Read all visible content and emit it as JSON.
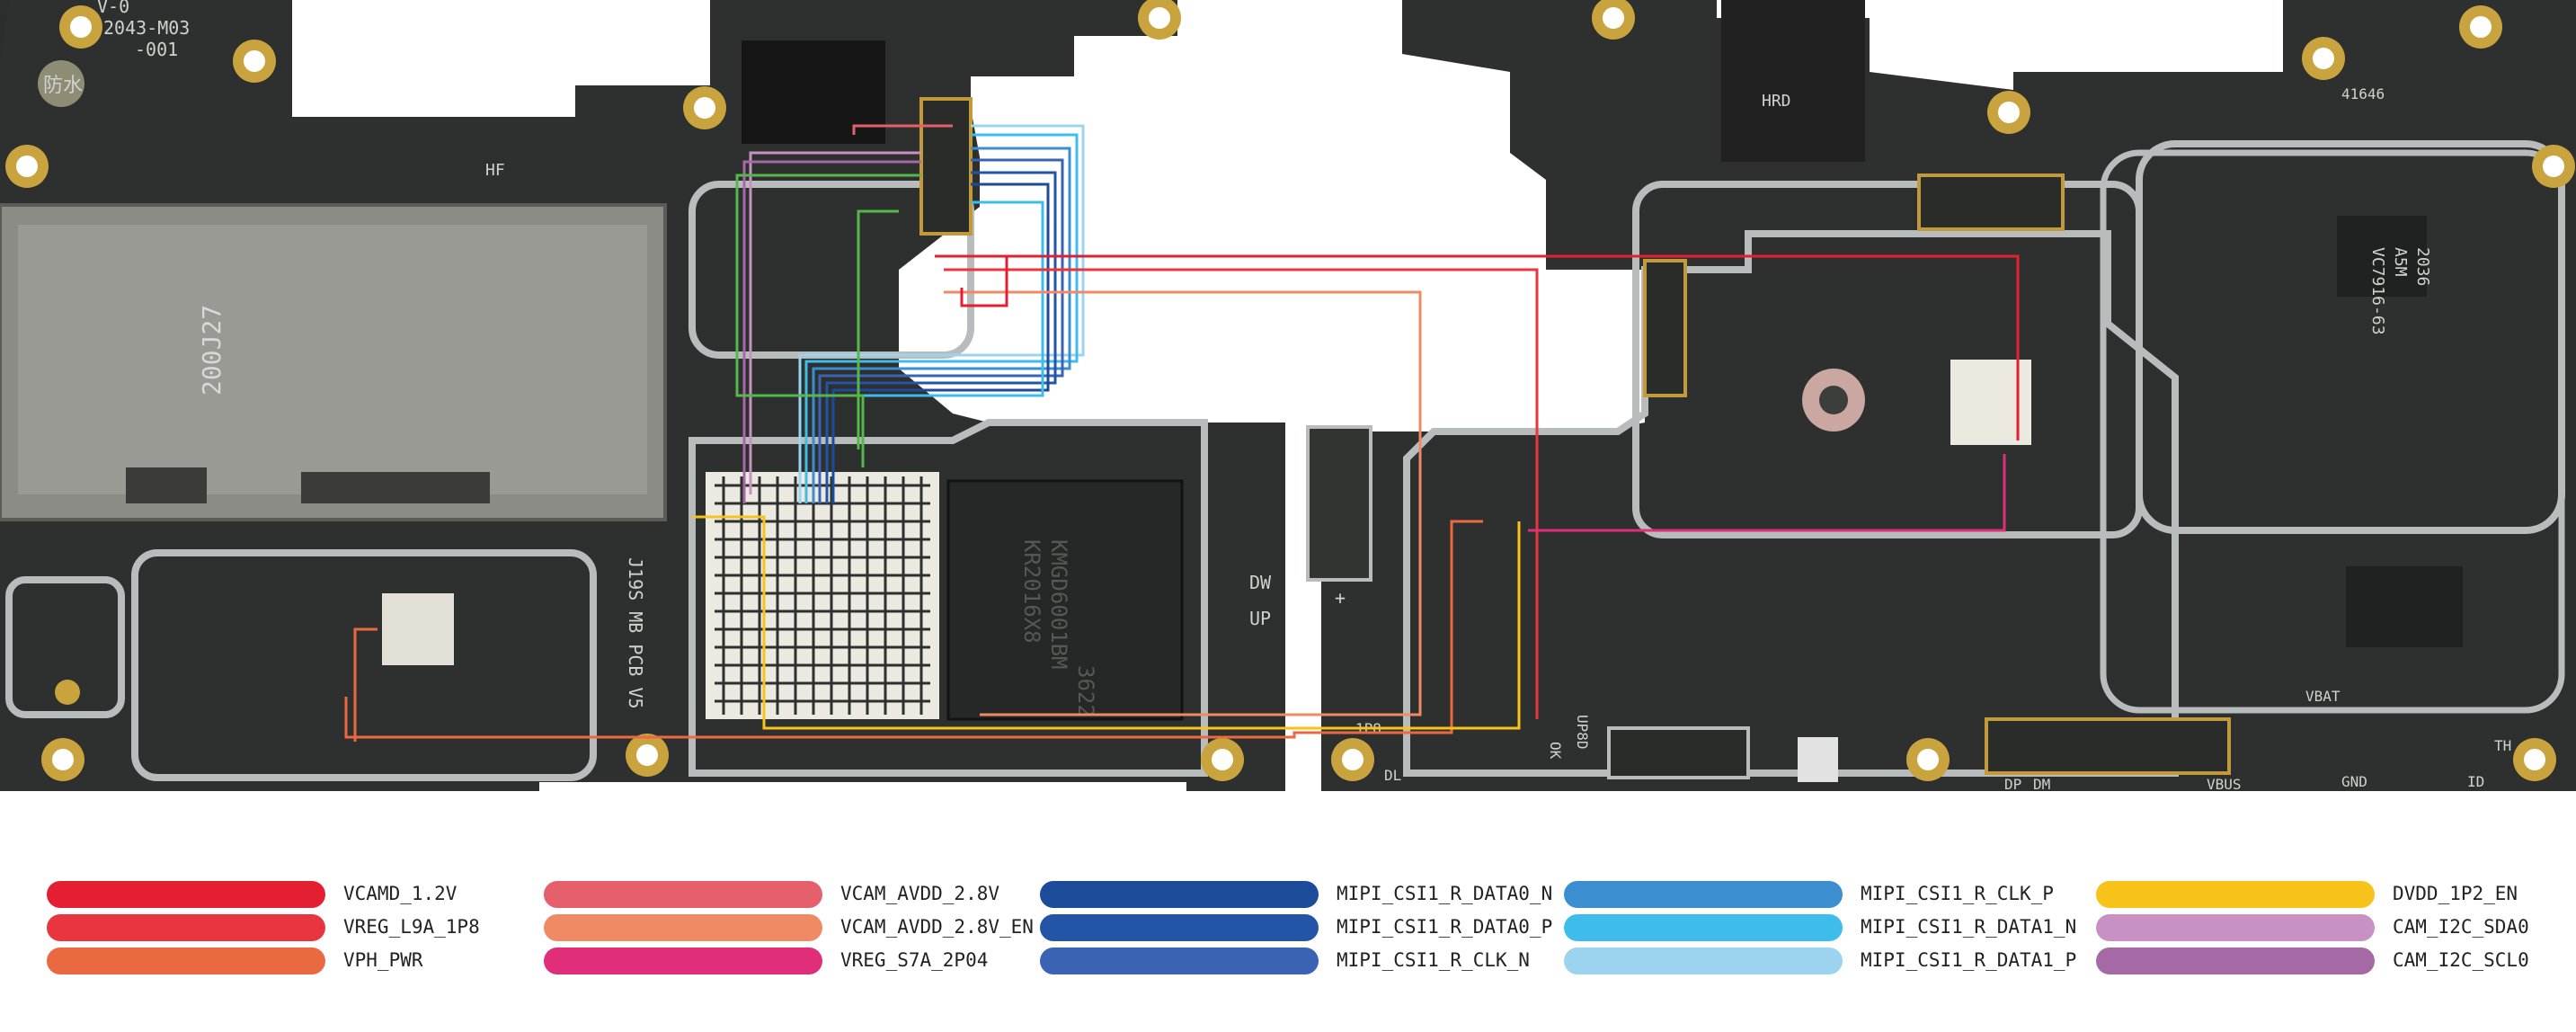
{
  "board_left": {
    "top_marks": [
      "V-0",
      "2043-M03",
      "-001"
    ],
    "waterproof_mark": "防水",
    "hf_mark": "HF",
    "pcb_code": "J19S MB PCB V5",
    "sim_tray_code": "200J27",
    "memory_chip_lines": [
      "KMGD6001BM",
      "KR2016X8",
      "3622"
    ],
    "side_labels": [
      "DW",
      "UP"
    ]
  },
  "board_right": {
    "top_code": "41646",
    "connector_mark": "HRD",
    "chip_lines": [
      "VC7916-63",
      "A5M",
      "2036"
    ],
    "labels": [
      "1P8",
      "DL",
      "UP8D",
      "OK",
      "DP",
      "DM",
      "VBUS",
      "VBAT",
      "GND",
      "ID",
      "TH",
      "+"
    ]
  },
  "legend": [
    {
      "label": "VCAMD_1.2V",
      "color": "#e41f31"
    },
    {
      "label": "VREG_L9A_1P8",
      "color": "#e8353f"
    },
    {
      "label": "VPH_PWR",
      "color": "#ea6940"
    },
    {
      "label": "VCAM_AVDD_2.8V",
      "color": "#e6606b"
    },
    {
      "label": "VCAM_AVDD_2.8V_EN",
      "color": "#ef8a64"
    },
    {
      "label": "VREG_S7A_2P04",
      "color": "#e02e7a"
    },
    {
      "label": "MIPI_CSI1_R_DATA0_N",
      "color": "#1c4b9a"
    },
    {
      "label": "MIPI_CSI1_R_DATA0_P",
      "color": "#2354a5"
    },
    {
      "label": "MIPI_CSI1_R_CLK_N",
      "color": "#3a64b3"
    },
    {
      "label": "MIPI_CSI1_R_CLK_P",
      "color": "#3b8fd0"
    },
    {
      "label": "MIPI_CSI1_R_DATA1_N",
      "color": "#3ebdec"
    },
    {
      "label": "MIPI_CSI1_R_DATA1_P",
      "color": "#9cd4ef"
    },
    {
      "label": "DVDD_1P2_EN",
      "color": "#f7c21a"
    },
    {
      "label": "CAM_I2C_SDA0",
      "color": "#c991c3"
    },
    {
      "label": "CAM_I2C_SCL0",
      "color": "#a56aa6"
    }
  ]
}
